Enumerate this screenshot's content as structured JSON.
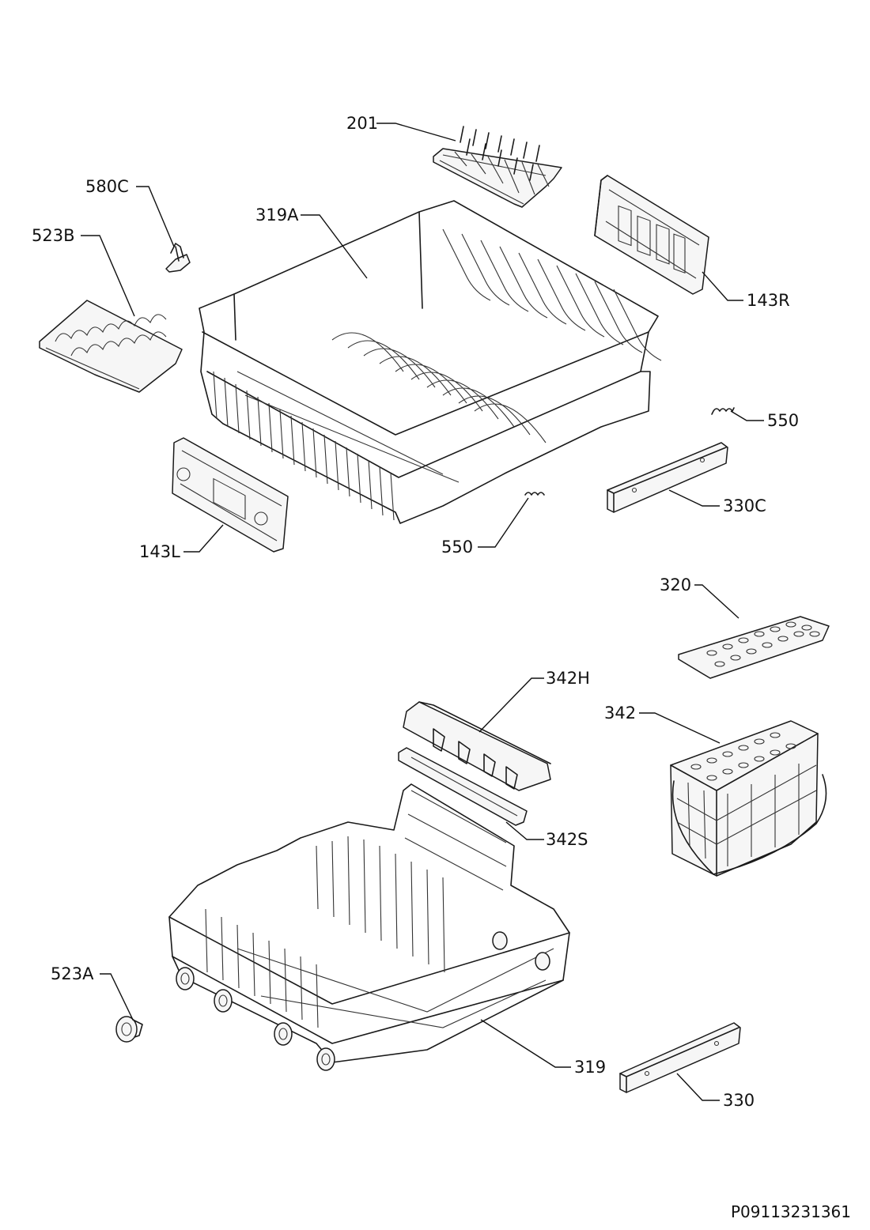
{
  "drawing_code": "P09113231361",
  "parts": [
    {
      "id": "p201",
      "label": "201"
    },
    {
      "id": "p580C",
      "label": "580C"
    },
    {
      "id": "p319A",
      "label": "319A"
    },
    {
      "id": "p523B",
      "label": "523B"
    },
    {
      "id": "p143R",
      "label": "143R"
    },
    {
      "id": "p550a",
      "label": "550"
    },
    {
      "id": "p330C",
      "label": "330C"
    },
    {
      "id": "p143L",
      "label": "143L"
    },
    {
      "id": "p550b",
      "label": "550"
    },
    {
      "id": "p320",
      "label": "320"
    },
    {
      "id": "p342H",
      "label": "342H"
    },
    {
      "id": "p342",
      "label": "342"
    },
    {
      "id": "p342S",
      "label": "342S"
    },
    {
      "id": "p523A",
      "label": "523A"
    },
    {
      "id": "p319",
      "label": "319"
    },
    {
      "id": "p330",
      "label": "330"
    }
  ]
}
